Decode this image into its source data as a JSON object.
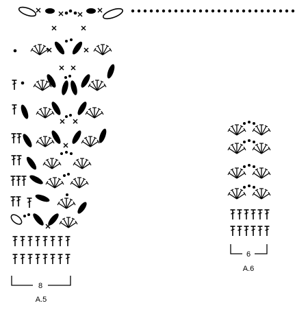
{
  "diagrams": [
    {
      "name": "A.5",
      "stitch_count_label": "8",
      "chart_label": "A.5"
    },
    {
      "name": "A.6",
      "stitch_count_label": "6",
      "chart_label": "A.6"
    }
  ],
  "legend_icons": {
    "chain": "chain-dot-icon",
    "double_crochet": "double-crochet-icon",
    "single_crochet": "single-crochet-x-icon",
    "chain_space": "chain-space-oval-icon"
  }
}
